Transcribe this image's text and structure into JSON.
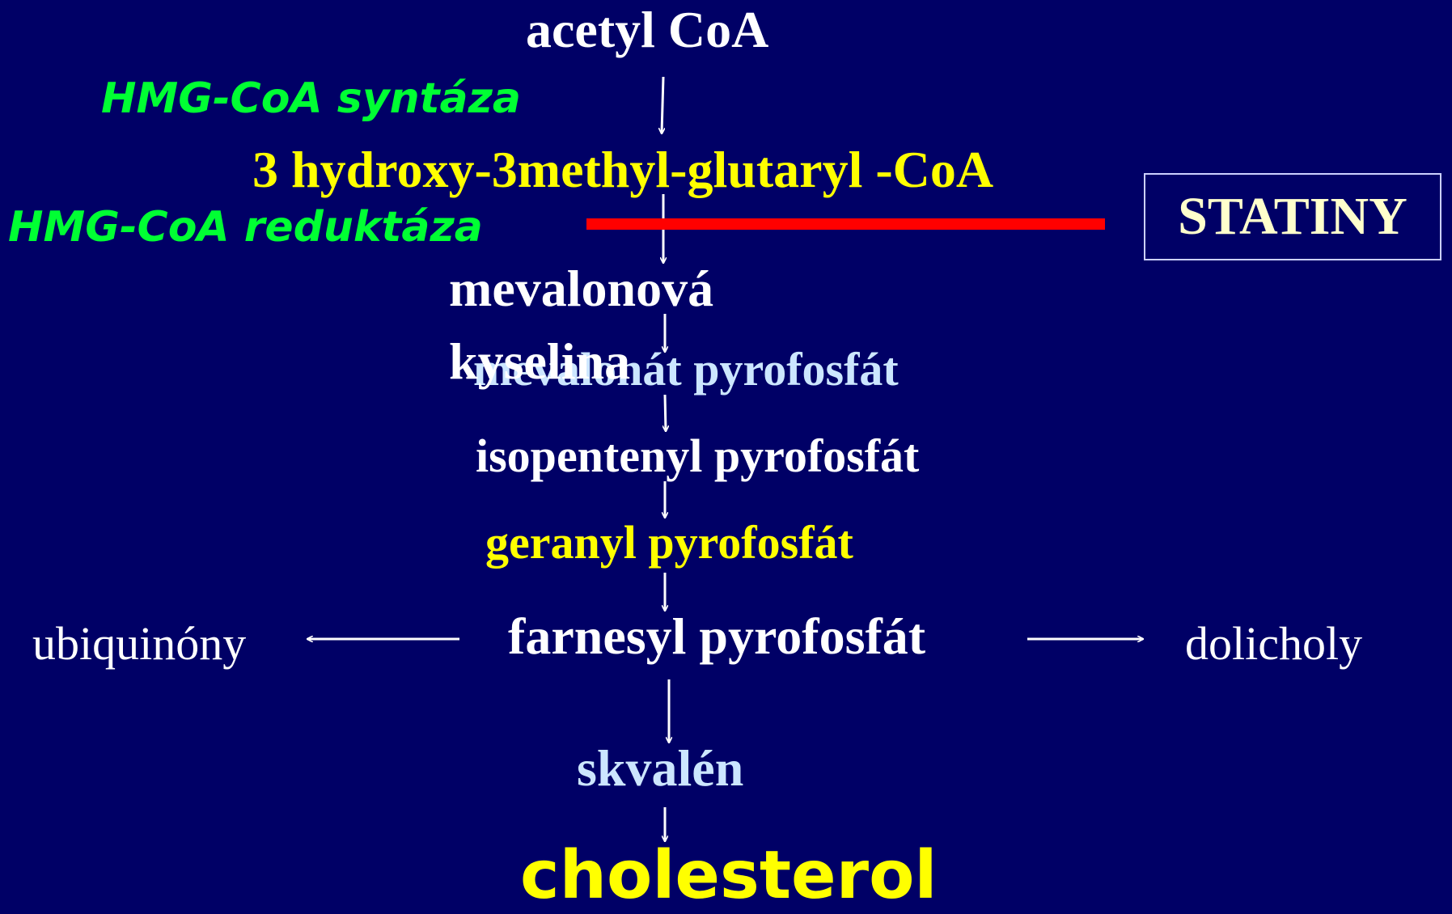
{
  "nodes": {
    "acetyl_coa": "acetyl CoA",
    "hmg_coa": "3 hydroxy-3methyl-glutaryl -CoA",
    "mevalonova_line1": "mevalonová",
    "mevalonova_line2": "kyselina",
    "mevalonat_pp": "mevalonát pyrofosfát",
    "isopentenyl_pp": "isopentenyl pyrofosfát",
    "geranyl_pp": "geranyl pyrofosfát",
    "farnesyl_pp": "farnesyl pyrofosfát",
    "ubiquinony": "ubiquinóny",
    "dolicholy": "dolicholy",
    "skvalen": "skvalén",
    "cholesterol": "cholesterol"
  },
  "enzymes": {
    "hmg_coa_syntaza": "HMG-CoA syntáza",
    "hmg_coa_reduktaza": "HMG-CoA reduktáza"
  },
  "inhibitor": {
    "label": "STATINY",
    "bar_color": "#ff0000"
  },
  "colors": {
    "background": "#000066",
    "white": "#ffffff",
    "yellow": "#ffff00",
    "enzyme_green": "#00ff33",
    "light_blue": "#cce6ff",
    "statiny_text": "#ffffcc"
  }
}
